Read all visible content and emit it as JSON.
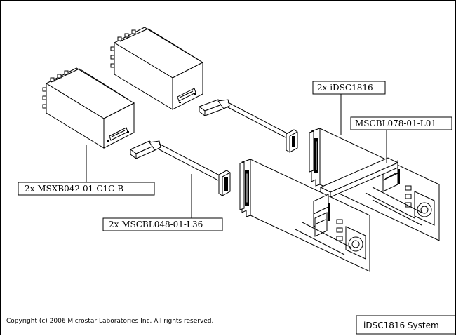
{
  "labels": {
    "module": "2x MSXB042-01-C1C-B",
    "cable48": "2x MSCBL048-01-L36",
    "board": "2x iDSC1816",
    "cable78": "MSCBL078-01-L01"
  },
  "copyright": "Copyright (c) 2006 Microstar Laboratories Inc.  All rights reserved.",
  "title": "iDSC1816 System"
}
